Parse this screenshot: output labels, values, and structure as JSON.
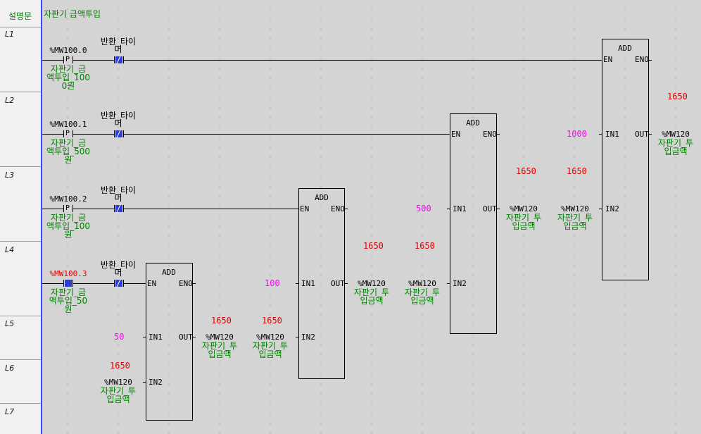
{
  "header": {
    "comment_label": "설명문",
    "comment_text": "자판기 금액투입"
  },
  "rows": [
    "L1",
    "L2",
    "L3",
    "L4",
    "L5",
    "L6",
    "L7"
  ],
  "contacts": [
    {
      "addr": "%MW100.0",
      "name": [
        "자판기_금",
        "액투입_100",
        "0원"
      ],
      "selected": false
    },
    {
      "addr": "%MW100.1",
      "name": [
        "자판기_금",
        "액투입_500",
        "원"
      ],
      "selected": false
    },
    {
      "addr": "%MW100.2",
      "name": [
        "자판기_금",
        "액투입_100",
        "원"
      ],
      "selected": false
    },
    {
      "addr": "%MW100.3",
      "name": [
        "자판기_금",
        "액투입_50",
        "원"
      ],
      "selected": true
    }
  ],
  "nc_contact": {
    "name_top": "반환_타이",
    "name_bottom": "머"
  },
  "func": {
    "name": "ADD",
    "en": "EN",
    "eno": "ENO",
    "in1": "IN1",
    "in2": "IN2",
    "out": "OUT"
  },
  "operand": {
    "addr": "%MW120",
    "name_top": "자판기_투",
    "name_bottom": "입금액",
    "monitor": "1650"
  },
  "constants": {
    "c50": "50",
    "c100": "100",
    "c500": "500",
    "c1000": "1000"
  }
}
